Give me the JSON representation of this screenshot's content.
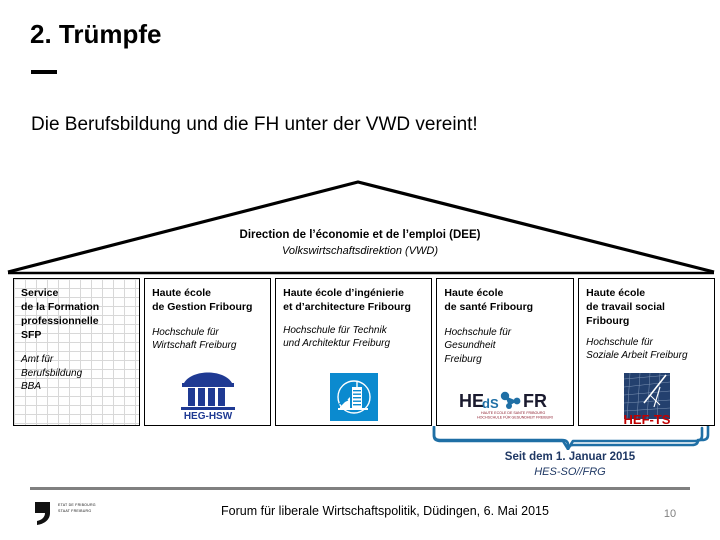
{
  "slide": {
    "title": "2. Trümpfe",
    "subtitle": "Die Berufsbildung und die FH unter der VWD vereint!"
  },
  "roof": {
    "title_fr": "Direction de l’économie et de l’emploi (DEE)",
    "title_de": "Volkswirtschaftsdirektion (VWD)"
  },
  "pillars": [
    {
      "fr": "Service\nde la Formation\nprofessionnelle\nSFP",
      "de": "Amt für\nBerufsbildung\nBBA",
      "logo": "none",
      "background": "brick-wall"
    },
    {
      "fr": "Haute école\nde Gestion Fribourg",
      "de": "Hochschule für\nWirtschaft Freiburg",
      "logo": "heg-hsw-logo",
      "logo_label": "HEG-HSW",
      "background": "plain"
    },
    {
      "fr": "Haute école d’ingénierie\net d’architecture Fribourg",
      "de": "Hochschule für Technik\nund Architektur Freiburg",
      "logo": "heia-fr-logo",
      "logo_label": "",
      "background": "plain"
    },
    {
      "fr": "Haute école\nde santé Fribourg",
      "de": "Hochschule für\nGesundheit\nFreiburg",
      "logo": "heds-fr-logo",
      "logo_label": "HEdS-FR",
      "logo_sub_fr": "HAUTE ECOLE DE SANTE FRIBOURG",
      "logo_sub_de": "HOCHSCHULE FÜR GESUNDHEIT FREIBURG",
      "background": "plain"
    },
    {
      "fr": "Haute école\nde travail social\nFribourg",
      "de": "Hochschule für\nSoziale Arbeit Freiburg",
      "logo": "hef-ts-logo",
      "logo_label": "HEF-TS",
      "background": "plain"
    }
  ],
  "brace": {
    "line1": "Seit dem 1. Januar 2015",
    "line2": "HES-SO//FRG"
  },
  "footer": {
    "logo_line1": "ETAT DE FRIBOURG",
    "logo_line2": "STAAT FREIBURG",
    "center": "Forum für liberale Wirtschaftspolitik, Düdingen, 6. Mai 2015",
    "page_number": "10"
  },
  "colors": {
    "brace_blue": "#1F6FA5",
    "caption_navy": "#1F3864",
    "heg_navy": "#1F3A93",
    "heia_blue": "#0B8ACF",
    "hefts_red": "#C00000",
    "footer_rule": "#808080"
  }
}
